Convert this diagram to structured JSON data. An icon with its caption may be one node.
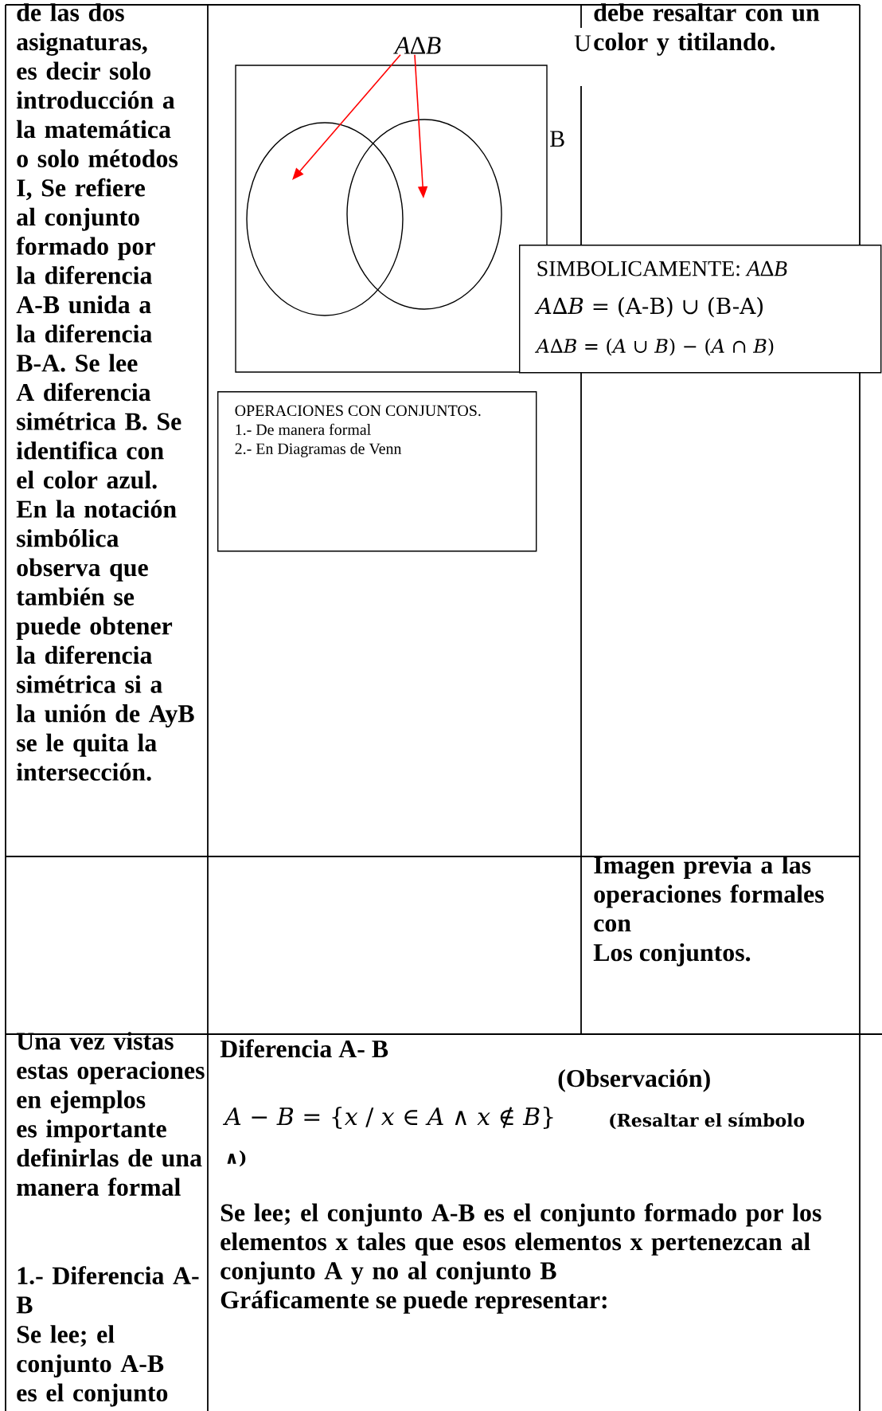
{
  "diagram": {
    "nodes": [
      {
        "text": [],
        "shape": "box"
      },
      {
        "text": [],
        "shape": "circle",
        "in": 0
      },
      {
        "text": [],
        "shape": "circle",
        "in": 0
      },
      {
        "text": [
          "A∆B"
        ]
      },
      {
        "text": [
          "SIMBOLICAMENTE: *A∆B*",
          "*A∆B* = (A-B) ∪ (B-A)",
          "*A∆B* = (*A* ∪ *B*) − (*A* ∩ *B*)"
        ]
      },
      {
        "text": [
          "OPERACIONES CON CONJUNTOS.",
          "1.- De manera formal",
          "2.- En Diagramas de Venn"
        ]
      }
    ],
    "edges": [
      {
        "from": 3,
        "to": 1,
        "arrow": "to",
        "color": "#ff0000"
      },
      {
        "from": 3,
        "to": 2,
        "arrow": "to",
        "color": "#ff0000"
      }
    ],
    "labels": [
      "de las dos asignaturas, es decir solo introducción a la matemática o solo métodos I, Se refiere al conjunto formado por la diferencia A-B unida a la diferencia B-A. Se lee A diferencia simétrica B. Se identifica con el color azul. En la notación simbólica observa que también se puede obtener la diferencia simétrica si a la unión de AyB se le quita la intersección.",
      "debe resaltar con un color y titilando.",
      "U",
      "B",
      "Imagen previa a las operaciones formales con",
      "Los conjuntos.",
      "Una vez vistas estas operaciones en ejemplos es importante definirlas de una manera formal",
      "1.- Diferencia A-B",
      "Se lee; el conjunto A-B es el conjunto",
      "Diferencia A- B",
      "(Observación)",
      "*A* − *B* = {*x* / *x* ∈ *A* ∧ *x* ∉ *B*}",
      "(Resaltar el símbolo ∧)",
      "Se lee; el conjunto A-B es el conjunto formado por los elementos x tales que esos elementos x pertenezcan al conjunto A y no al conjunto B",
      "Gráficamente se puede representar:"
    ]
  }
}
